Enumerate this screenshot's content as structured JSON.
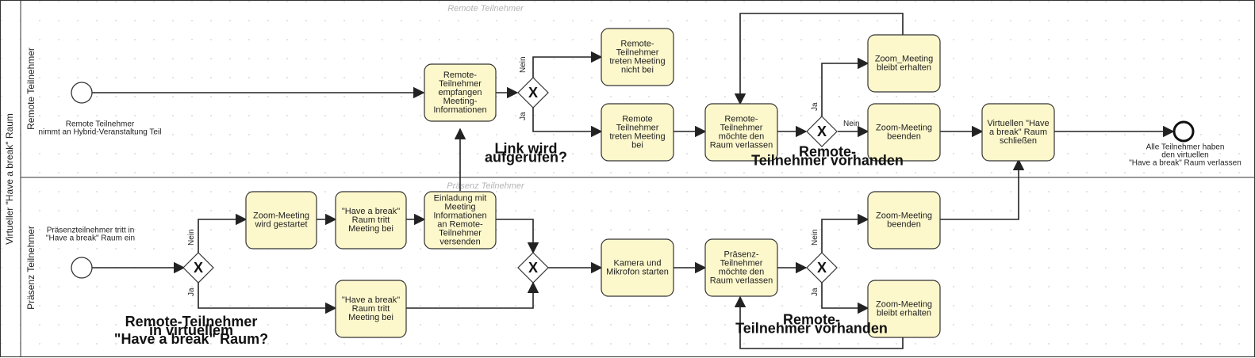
{
  "pool": {
    "title": "Virtueller \"Have a break\" Raum"
  },
  "lanes": [
    {
      "id": "remote",
      "title": "Remote Teilnehmer",
      "watermark": "Remote Teilnehmer"
    },
    {
      "id": "praesenz",
      "title": "Präsenz Teilnehmer",
      "watermark": "Präsenz Teilnehmer"
    }
  ],
  "events": {
    "start_remote": [
      "Remote Teilnehmer",
      "nimmt an Hybrid-Veranstaltung Teil"
    ],
    "start_praesenz": [
      "Präsenzteilnehmer tritt in",
      "\"Have a break\" Raum ein"
    ],
    "end": [
      "Alle Teilnehmer haben",
      "den virtuellen",
      "\"Have a break\" Raum verlassen"
    ]
  },
  "tasks": {
    "t_receive": [
      "Remote-",
      "Teilnehmer",
      "empfangen",
      "Meeting-",
      "Informationen"
    ],
    "t_not_join": [
      "Remote-",
      "Teilnehmer",
      "treten Meeting",
      "nicht bei"
    ],
    "t_join": [
      "Remote",
      "Teilnehmer",
      "treten Meeting",
      "bei"
    ],
    "t_remote_leave": [
      "Remote-",
      "Teilnehmer",
      "möchte den",
      "Raum verlassen"
    ],
    "t_zoom_keep_1": [
      "Zoom_Meeting",
      "bleibt erhalten"
    ],
    "t_zoom_end_1": [
      "Zoom-Meeting",
      "beenden"
    ],
    "t_close": [
      "Virtuellen \"Have",
      "a break\" Raum",
      "schließen"
    ],
    "t_zoom_start": [
      "Zoom-Meeting",
      "wird gestartet"
    ],
    "t_hab_join_1": [
      "\"Have a break\"",
      "Raum tritt",
      "Meeting bei"
    ],
    "t_invite": [
      "Einladung mit",
      "Meeting",
      "Informationen",
      "an Remote-",
      "Teilnehmer",
      "versenden"
    ],
    "t_hab_join_2": [
      "\"Have a break\"",
      "Raum tritt",
      "Meeting bei"
    ],
    "t_camera": [
      "Kamera und",
      "Mikrofon starten"
    ],
    "t_praesenz_leave": [
      "Präsenz-",
      "Teilnehmer",
      "möchte den",
      "Raum verlassen"
    ],
    "t_zoom_end_2": [
      "Zoom-Meeting",
      "beenden"
    ],
    "t_zoom_keep_2": [
      "Zoom-Meeting",
      "bleibt erhalten"
    ]
  },
  "gateways": {
    "g_link": {
      "symbol": "X",
      "label": [
        "Link wird",
        "aufgerufen?"
      ]
    },
    "g_remote_present_1": {
      "symbol": "X",
      "label": [
        "Remote-",
        "Teilnehmer vorhanden"
      ]
    },
    "g_remote_in_room": {
      "symbol": "X",
      "label": [
        "Remote-Teilnehmer",
        "in virtuellem",
        "\"Have a break\" Raum?"
      ]
    },
    "g_merge": {
      "symbol": "X",
      "label": []
    },
    "g_remote_present_2": {
      "symbol": "X",
      "label": [
        "Remote-",
        "Teilnehmer vorhanden"
      ]
    }
  },
  "flow_labels": {
    "yes": "Ja",
    "no": "Nein"
  },
  "colors": {
    "task_fill": "#fdf8cc",
    "stroke": "#333333",
    "grid_dot": "#cfcfcf"
  }
}
